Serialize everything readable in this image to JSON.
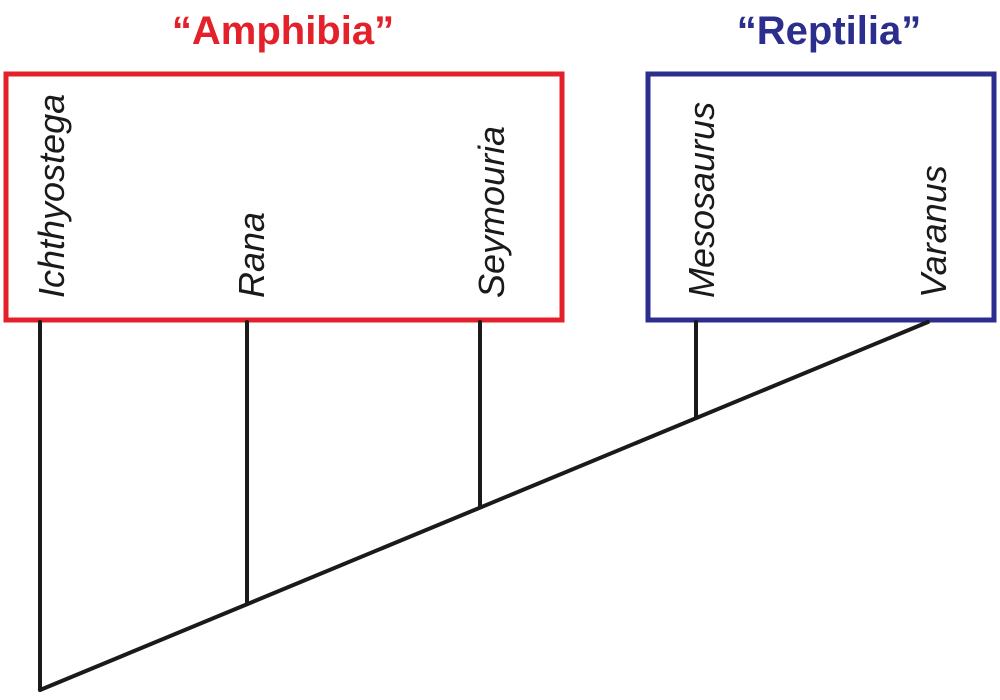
{
  "groups": {
    "amphibia": {
      "title": "“Amphibia”",
      "color": "#e4202a"
    },
    "reptilia": {
      "title": "“Reptilia”",
      "color": "#2b2e8c"
    }
  },
  "taxa": {
    "ichthyostega": "Ichthyostega",
    "rana": "Rana",
    "seymouria": "Seymouria",
    "mesosaurus": "Mesosaurus",
    "varanus": "Varanus"
  },
  "tree_topology": "(Ichthyostega,(Rana,(Seymouria,(Mesosaurus,Varanus))))"
}
